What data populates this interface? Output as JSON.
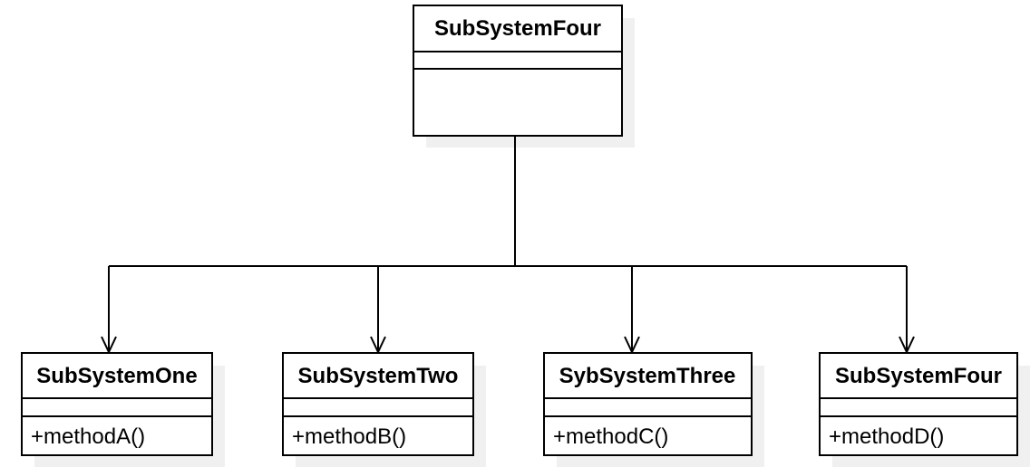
{
  "diagram": {
    "type": "uml-class-diagram",
    "colors": {
      "stroke": "#000000",
      "fill": "#ffffff",
      "shadow": "#f0f0f0"
    },
    "parent": {
      "name": "SubSystemFour",
      "attributes": [],
      "methods": []
    },
    "children": [
      {
        "name": "SubSystemOne",
        "methods": [
          "+methodA()"
        ]
      },
      {
        "name": "SubSystemTwo",
        "methods": [
          "+methodB()"
        ]
      },
      {
        "name": "SybSystemThree",
        "methods": [
          "+methodC()"
        ]
      },
      {
        "name": "SubSystemFour",
        "methods": [
          "+methodD()"
        ]
      }
    ]
  }
}
